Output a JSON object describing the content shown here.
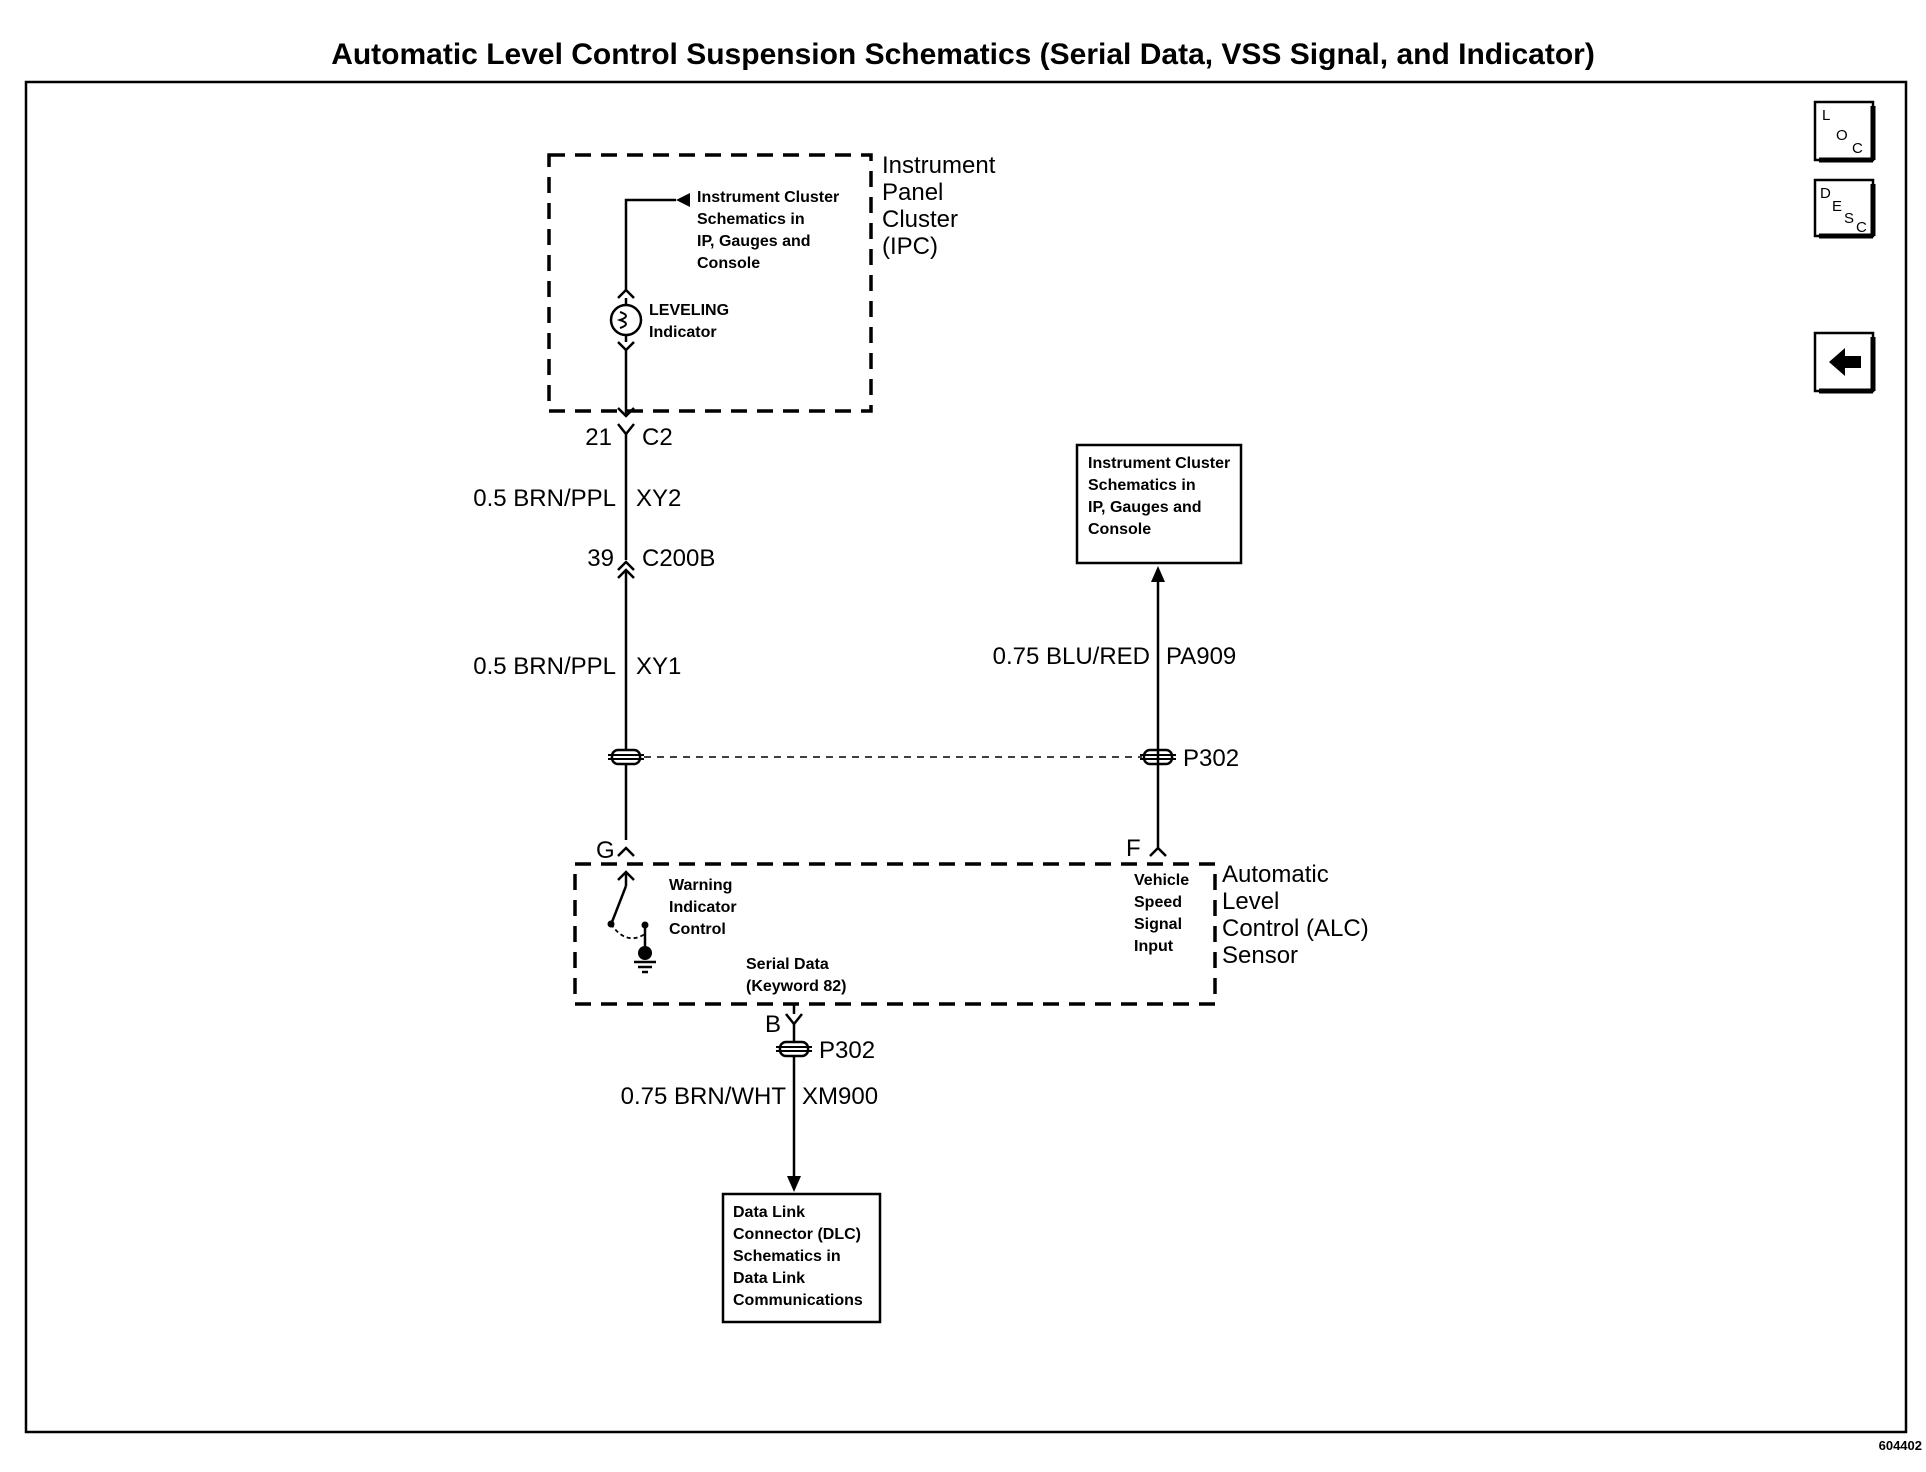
{
  "title": "Automatic Level Control Suspension Schematics (Serial Data, VSS Signal, and Indicator)",
  "figure_number": "604402",
  "nav": {
    "loc": {
      "l": "L",
      "o": "O",
      "c": "C"
    },
    "desc": {
      "d": "D",
      "e": "E",
      "s": "S",
      "c": "C"
    },
    "back_icon": "left-arrow-icon"
  },
  "ipc": {
    "name_lines": [
      "Instrument",
      "Panel",
      "Cluster",
      "(IPC)"
    ],
    "ref_lines": [
      "Instrument Cluster",
      "Schematics in",
      "IP, Gauges and",
      "Console"
    ],
    "indicator_lines": [
      "LEVELING",
      "Indicator"
    ]
  },
  "connectors": {
    "c2_pin": "21",
    "c2": "C2",
    "c200b_pin": "39",
    "c200b": "C200B",
    "p302_right": "P302",
    "p302_bottom": "P302",
    "pin_g": "G",
    "pin_f": "F",
    "pin_b": "B"
  },
  "wires": {
    "xy2_spec": "0.5 BRN/PPL",
    "xy2_circuit": "XY2",
    "xy1_spec": "0.5 BRN/PPL",
    "xy1_circuit": "XY1",
    "pa909_spec": "0.75 BLU/RED",
    "pa909_circuit": "PA909",
    "xm900_spec": "0.75 BRN/WHT",
    "xm900_circuit": "XM900"
  },
  "right_ref": {
    "lines": [
      "Instrument Cluster",
      "Schematics in",
      "IP, Gauges and",
      "Console"
    ]
  },
  "alc": {
    "name_lines": [
      "Automatic",
      "Level",
      "Control (ALC)",
      "Sensor"
    ],
    "warning_lines": [
      "Warning",
      "Indicator",
      "Control"
    ],
    "vss_lines": [
      "Vehicle",
      "Speed",
      "Signal",
      "Input"
    ],
    "serial_lines": [
      "Serial Data",
      "(Keyword 82)"
    ]
  },
  "dlc": {
    "lines": [
      "Data Link",
      "Connector (DLC)",
      "Schematics in",
      "Data Link",
      "Communications"
    ]
  }
}
